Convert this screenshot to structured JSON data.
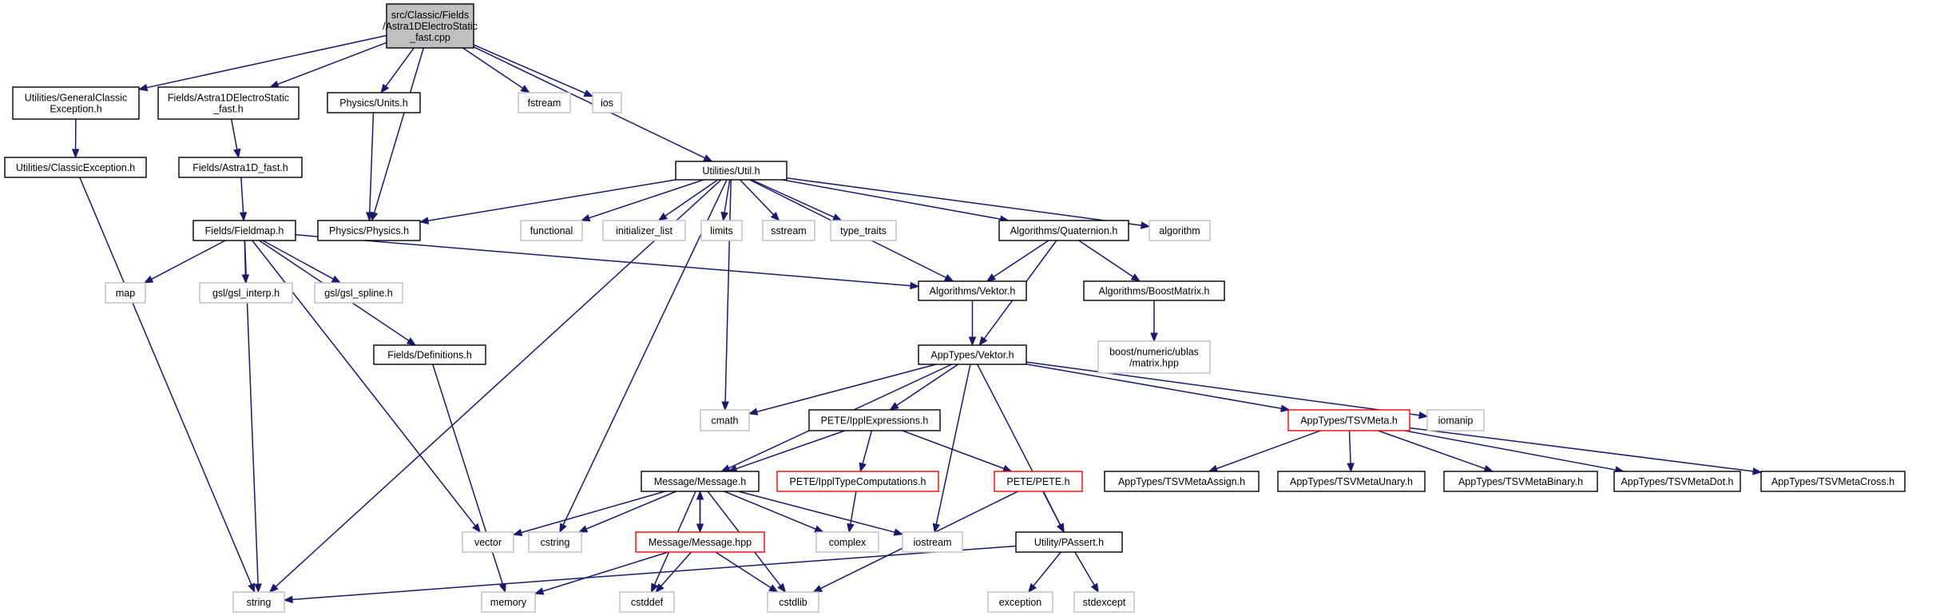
{
  "graph": {
    "nodes": [
      {
        "id": "root",
        "lines": [
          "src/Classic/Fields",
          "/Astra1DElectroStatic",
          "_fast.cpp"
        ],
        "style": "root"
      },
      {
        "id": "gce",
        "lines": [
          "Utilities/GeneralClassic",
          "Exception.h"
        ],
        "style": "normal"
      },
      {
        "id": "a1des",
        "lines": [
          "Fields/Astra1DElectroStatic",
          "_fast.h"
        ],
        "style": "normal"
      },
      {
        "id": "units",
        "lines": [
          "Physics/Units.h"
        ],
        "style": "normal"
      },
      {
        "id": "fstream",
        "lines": [
          "fstream"
        ],
        "style": "external"
      },
      {
        "id": "ios",
        "lines": [
          "ios"
        ],
        "style": "external"
      },
      {
        "id": "ce",
        "lines": [
          "Utilities/ClassicException.h"
        ],
        "style": "normal"
      },
      {
        "id": "a1df",
        "lines": [
          "Fields/Astra1D_fast.h"
        ],
        "style": "normal"
      },
      {
        "id": "util",
        "lines": [
          "Utilities/Util.h"
        ],
        "style": "normal"
      },
      {
        "id": "fieldmap",
        "lines": [
          "Fields/Fieldmap.h"
        ],
        "style": "normal"
      },
      {
        "id": "physics",
        "lines": [
          "Physics/Physics.h"
        ],
        "style": "normal"
      },
      {
        "id": "functional",
        "lines": [
          "functional"
        ],
        "style": "external"
      },
      {
        "id": "initlist",
        "lines": [
          "initializer_list"
        ],
        "style": "external"
      },
      {
        "id": "limits",
        "lines": [
          "limits"
        ],
        "style": "external"
      },
      {
        "id": "sstream",
        "lines": [
          "sstream"
        ],
        "style": "external"
      },
      {
        "id": "typetraits",
        "lines": [
          "type_traits"
        ],
        "style": "external"
      },
      {
        "id": "quat",
        "lines": [
          "Algorithms/Quaternion.h"
        ],
        "style": "normal"
      },
      {
        "id": "algorithm",
        "lines": [
          "algorithm"
        ],
        "style": "external"
      },
      {
        "id": "map",
        "lines": [
          "map"
        ],
        "style": "external"
      },
      {
        "id": "gslinterp",
        "lines": [
          "gsl/gsl_interp.h"
        ],
        "style": "external"
      },
      {
        "id": "gslspline",
        "lines": [
          "gsl/gsl_spline.h"
        ],
        "style": "external"
      },
      {
        "id": "algvek",
        "lines": [
          "Algorithms/Vektor.h"
        ],
        "style": "normal"
      },
      {
        "id": "boostm",
        "lines": [
          "Algorithms/BoostMatrix.h"
        ],
        "style": "normal"
      },
      {
        "id": "ublas",
        "lines": [
          "boost/numeric/ublas",
          "/matrix.hpp"
        ],
        "style": "external"
      },
      {
        "id": "defs",
        "lines": [
          "Fields/Definitions.h"
        ],
        "style": "normal"
      },
      {
        "id": "appvek",
        "lines": [
          "AppTypes/Vektor.h"
        ],
        "style": "normal"
      },
      {
        "id": "cmath",
        "lines": [
          "cmath"
        ],
        "style": "external"
      },
      {
        "id": "ipplexpr",
        "lines": [
          "PETE/IpplExpressions.h"
        ],
        "style": "normal"
      },
      {
        "id": "tsvmeta",
        "lines": [
          "AppTypes/TSVMeta.h"
        ],
        "style": "truncated"
      },
      {
        "id": "iomanip",
        "lines": [
          "iomanip"
        ],
        "style": "external"
      },
      {
        "id": "msgh",
        "lines": [
          "Message/Message.h"
        ],
        "style": "normal"
      },
      {
        "id": "ippltc",
        "lines": [
          "PETE/IpplTypeComputations.h"
        ],
        "style": "truncated"
      },
      {
        "id": "pete",
        "lines": [
          "PETE/PETE.h"
        ],
        "style": "truncated"
      },
      {
        "id": "tsvassign",
        "lines": [
          "AppTypes/TSVMetaAssign.h"
        ],
        "style": "normal"
      },
      {
        "id": "tsvunary",
        "lines": [
          "AppTypes/TSVMetaUnary.h"
        ],
        "style": "normal"
      },
      {
        "id": "tsvbinary",
        "lines": [
          "AppTypes/TSVMetaBinary.h"
        ],
        "style": "normal"
      },
      {
        "id": "tsvdot",
        "lines": [
          "AppTypes/TSVMetaDot.h"
        ],
        "style": "normal"
      },
      {
        "id": "tsvcross",
        "lines": [
          "AppTypes/TSVMetaCross.h"
        ],
        "style": "normal"
      },
      {
        "id": "vector",
        "lines": [
          "vector"
        ],
        "style": "external"
      },
      {
        "id": "cstring",
        "lines": [
          "cstring"
        ],
        "style": "external"
      },
      {
        "id": "msghpp",
        "lines": [
          "Message/Message.hpp"
        ],
        "style": "truncated"
      },
      {
        "id": "complex",
        "lines": [
          "complex"
        ],
        "style": "external"
      },
      {
        "id": "iostream",
        "lines": [
          "iostream"
        ],
        "style": "external"
      },
      {
        "id": "passert",
        "lines": [
          "Utility/PAssert.h"
        ],
        "style": "normal"
      },
      {
        "id": "string",
        "lines": [
          "string"
        ],
        "style": "external"
      },
      {
        "id": "memory",
        "lines": [
          "memory"
        ],
        "style": "external"
      },
      {
        "id": "cstddef",
        "lines": [
          "cstddef"
        ],
        "style": "external"
      },
      {
        "id": "cstdlib",
        "lines": [
          "cstdlib"
        ],
        "style": "external"
      },
      {
        "id": "exception",
        "lines": [
          "exception"
        ],
        "style": "external"
      },
      {
        "id": "stdexcept",
        "lines": [
          "stdexcept"
        ],
        "style": "external"
      }
    ],
    "edges": [
      [
        "root",
        "gce"
      ],
      [
        "root",
        "a1des"
      ],
      [
        "root",
        "units"
      ],
      [
        "root",
        "physics"
      ],
      [
        "root",
        "util"
      ],
      [
        "root",
        "fstream"
      ],
      [
        "root",
        "ios"
      ],
      [
        "gce",
        "ce"
      ],
      [
        "ce",
        "string"
      ],
      [
        "a1des",
        "a1df"
      ],
      [
        "a1df",
        "fieldmap"
      ],
      [
        "units",
        "physics"
      ],
      [
        "util",
        "physics"
      ],
      [
        "util",
        "string"
      ],
      [
        "util",
        "cstring"
      ],
      [
        "util",
        "functional"
      ],
      [
        "util",
        "initlist"
      ],
      [
        "util",
        "limits"
      ],
      [
        "util",
        "sstream"
      ],
      [
        "util",
        "typetraits"
      ],
      [
        "util",
        "quat"
      ],
      [
        "util",
        "algorithm"
      ],
      [
        "util",
        "algvek"
      ],
      [
        "util",
        "cmath"
      ],
      [
        "fieldmap",
        "map"
      ],
      [
        "fieldmap",
        "gslinterp"
      ],
      [
        "fieldmap",
        "gslspline"
      ],
      [
        "fieldmap",
        "string"
      ],
      [
        "fieldmap",
        "vector"
      ],
      [
        "fieldmap",
        "defs"
      ],
      [
        "fieldmap",
        "algvek"
      ],
      [
        "quat",
        "algvek"
      ],
      [
        "quat",
        "boostm"
      ],
      [
        "quat",
        "appvek"
      ],
      [
        "boostm",
        "ublas"
      ],
      [
        "algvek",
        "appvek"
      ],
      [
        "defs",
        "memory"
      ],
      [
        "appvek",
        "cmath"
      ],
      [
        "appvek",
        "ipplexpr"
      ],
      [
        "appvek",
        "tsvmeta"
      ],
      [
        "appvek",
        "iomanip"
      ],
      [
        "appvek",
        "msgh"
      ],
      [
        "appvek",
        "iostream"
      ],
      [
        "appvek",
        "passert"
      ],
      [
        "ipplexpr",
        "msgh"
      ],
      [
        "ipplexpr",
        "ippltc"
      ],
      [
        "ipplexpr",
        "pete"
      ],
      [
        "tsvmeta",
        "tsvassign"
      ],
      [
        "tsvmeta",
        "tsvunary"
      ],
      [
        "tsvmeta",
        "tsvbinary"
      ],
      [
        "tsvmeta",
        "tsvdot"
      ],
      [
        "tsvmeta",
        "tsvcross"
      ],
      [
        "msgh",
        "vector"
      ],
      [
        "msgh",
        "cstring"
      ],
      [
        "msgh",
        "msghpp"
      ],
      [
        "msgh",
        "complex"
      ],
      [
        "msgh",
        "iostream"
      ],
      [
        "msgh",
        "cstddef"
      ],
      [
        "msgh",
        "cstdlib"
      ],
      [
        "msghpp",
        "msgh"
      ],
      [
        "msghpp",
        "memory"
      ],
      [
        "msghpp",
        "cstddef"
      ],
      [
        "msghpp",
        "cstdlib"
      ],
      [
        "ippltc",
        "complex"
      ],
      [
        "pete",
        "passert"
      ],
      [
        "pete",
        "cstdlib"
      ],
      [
        "passert",
        "string"
      ],
      [
        "passert",
        "exception"
      ],
      [
        "passert",
        "stdexcept"
      ]
    ]
  }
}
